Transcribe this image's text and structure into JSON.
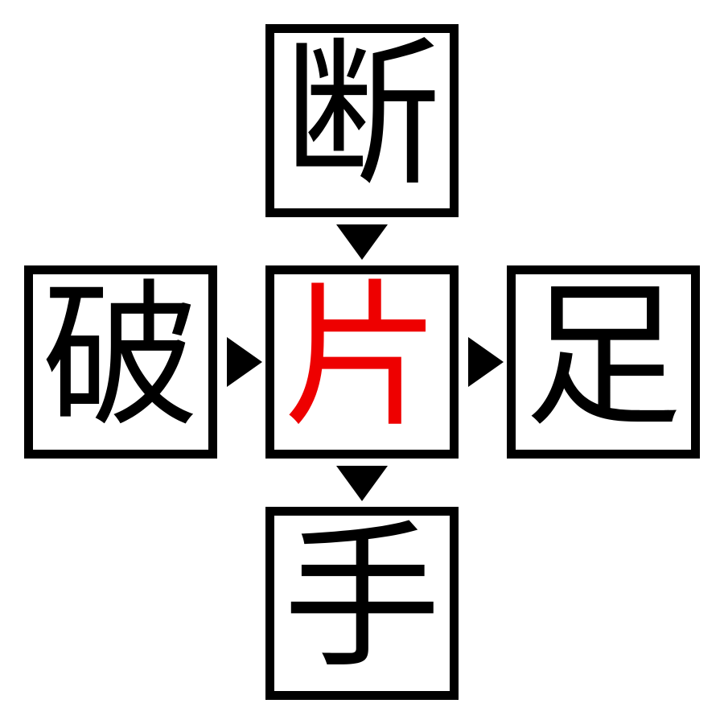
{
  "puzzle": {
    "description": "kanji compound cross puzzle",
    "cells": {
      "top": {
        "char": "断",
        "color": "#000000"
      },
      "left": {
        "char": "破",
        "color": "#000000"
      },
      "center": {
        "char": "片",
        "color": "#ee0000"
      },
      "right": {
        "char": "足",
        "color": "#000000"
      },
      "bottom": {
        "char": "手",
        "color": "#000000"
      }
    },
    "arrows": {
      "top_to_center": {
        "direction": "down"
      },
      "left_to_center": {
        "direction": "right"
      },
      "center_to_right": {
        "direction": "right"
      },
      "center_to_bottom": {
        "direction": "down"
      }
    },
    "colors": {
      "background": "#ffffff",
      "box_border": "#000000",
      "arrow": "#000000",
      "center_kanji": "#ee0000",
      "outer_kanji": "#000000"
    }
  }
}
